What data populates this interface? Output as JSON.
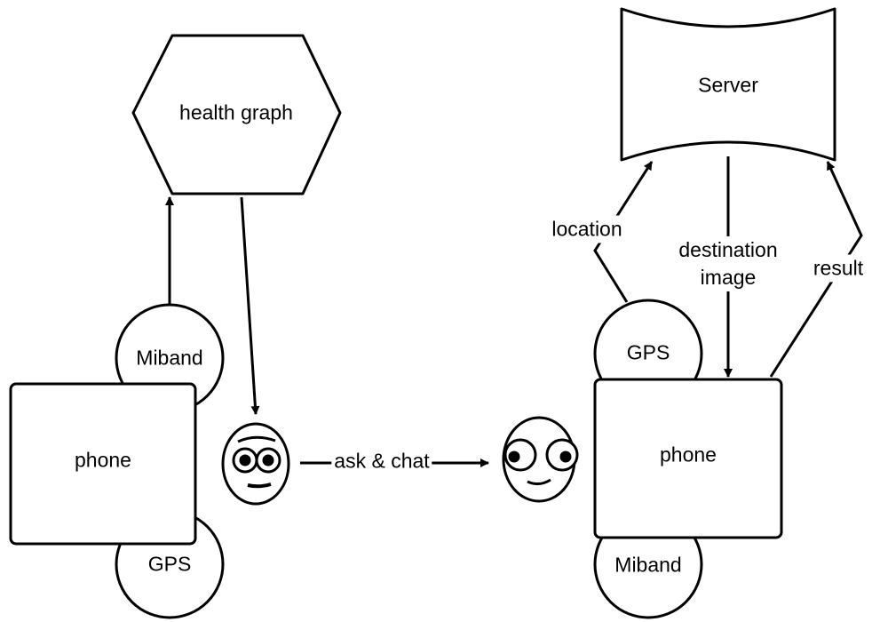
{
  "left": {
    "health_graph": "health graph",
    "miband": "Miband",
    "phone": "phone",
    "gps": "GPS"
  },
  "middle": {
    "ask_chat": "ask & chat"
  },
  "right": {
    "server": "Server",
    "location": "location",
    "destination_image": "destination\nimage",
    "result": "result",
    "gps": "GPS",
    "phone": "phone",
    "miband": "Miband"
  }
}
